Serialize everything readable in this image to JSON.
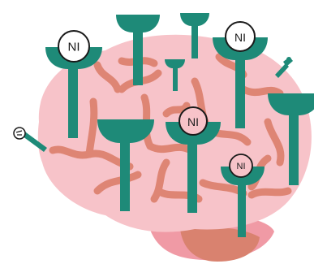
{
  "illustration": {
    "subject": "brain-with-antibody-receptors",
    "colors": {
      "brain_fill": "#f7c3c9",
      "brain_shadow": "#f09aa5",
      "brainstem": "#d9826f",
      "vessel": "#de8574",
      "antibody": "#1e8a78",
      "label_circle_white": "#ffffff",
      "label_circle_pink": "#f7c3c9",
      "label_ring": "#1a1a1a"
    },
    "labels": [
      {
        "text": "NI"
      },
      {
        "text": "NI"
      },
      {
        "text": "NI"
      },
      {
        "text": "NI"
      }
    ]
  }
}
